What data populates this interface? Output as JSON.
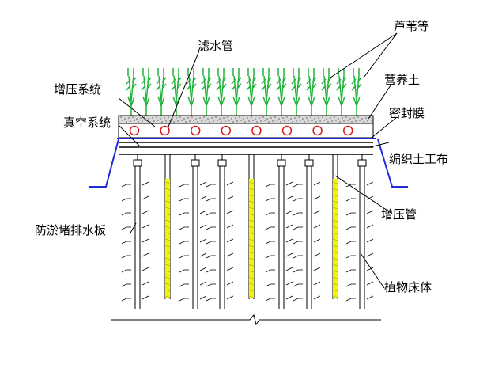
{
  "labels": {
    "reeds": "芦苇等",
    "filter_pipe": "滤水管",
    "pressurize_system": "增压系统",
    "nutrient_soil": "营养土",
    "vacuum_system": "真空系统",
    "sealing_film": "密封膜",
    "geotextile": "编织土工布",
    "pressure_pipe": "增压管",
    "drain_board": "防淤堵排水板",
    "plant_bed": "植物床体"
  },
  "colors": {
    "line": "#000000",
    "blue": "#1f2bd6",
    "red": "#d81818",
    "green": "#22b33c",
    "yellow": "#f4f400",
    "soil": "#7a7a7a"
  },
  "icons": {
    "reed": "reed-plant-icon",
    "filter": "filter-pipe-circle-icon"
  }
}
